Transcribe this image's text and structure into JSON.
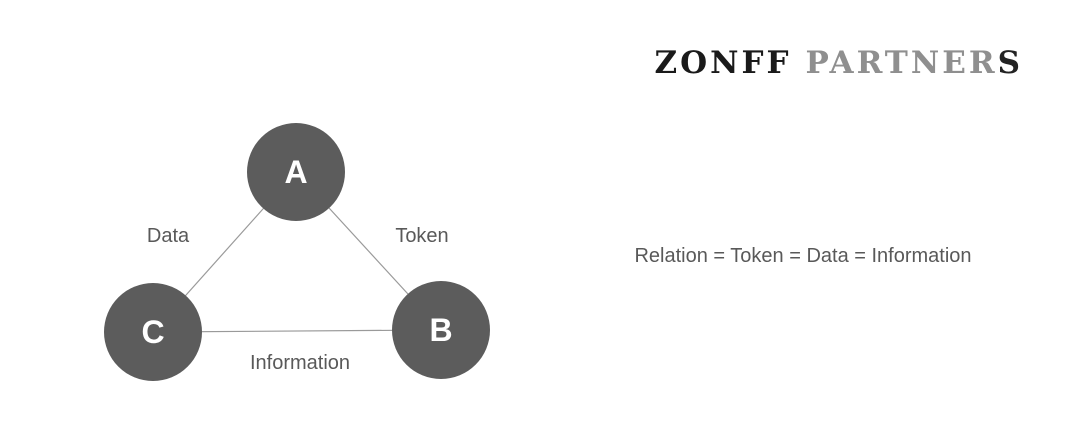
{
  "logo": {
    "word_primary": "ZONFF",
    "word_secondary": "PARTNER",
    "word_secondary_end": "S"
  },
  "diagram": {
    "nodes": [
      {
        "id": "A",
        "label": "A"
      },
      {
        "id": "B",
        "label": "B"
      },
      {
        "id": "C",
        "label": "C"
      }
    ],
    "edges": [
      {
        "from": "A",
        "to": "C",
        "label": "Data"
      },
      {
        "from": "A",
        "to": "B",
        "label": "Token"
      },
      {
        "from": "C",
        "to": "B",
        "label": "Information"
      }
    ]
  },
  "annotation": {
    "equation": "Relation = Token = Data = Information"
  },
  "colors": {
    "background": "#ffffff",
    "node_fill": "#5c5c5c",
    "node_text": "#ffffff",
    "edge_line": "#9a9a9a",
    "label_text": "#595959",
    "logo_primary": "#1a1a1a",
    "logo_secondary": "#8f8f8f"
  }
}
